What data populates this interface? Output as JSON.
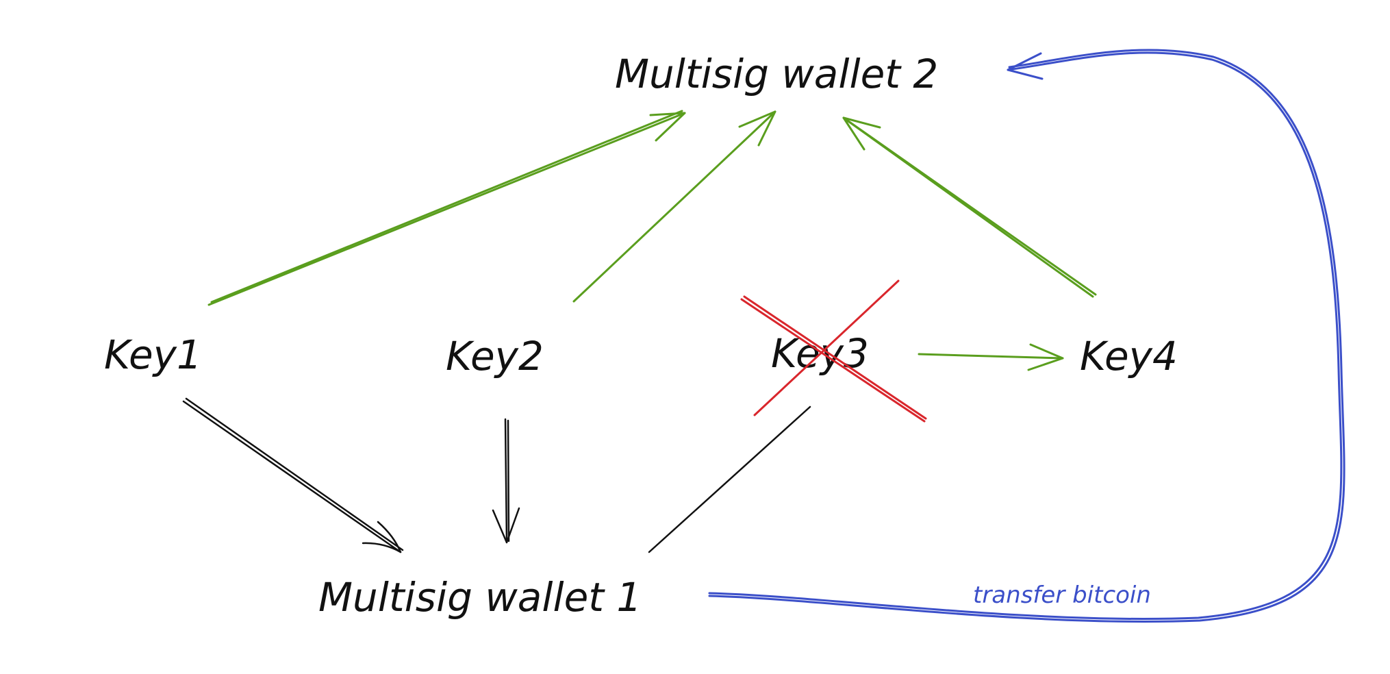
{
  "colors": {
    "ink": "#111111",
    "green": "#5a9e1e",
    "red": "#d9262c",
    "blue": "#3b4fc9"
  },
  "nodes": {
    "wallet2": {
      "label": "Multisig wallet 2"
    },
    "wallet1": {
      "label": "Multisig wallet 1"
    },
    "key1": {
      "label": "Key1"
    },
    "key2": {
      "label": "Key2"
    },
    "key3": {
      "label": "Key3",
      "status": "crossed-out"
    },
    "key4": {
      "label": "Key4"
    }
  },
  "edges": [
    {
      "from": "key1",
      "to": "wallet2",
      "color": "green"
    },
    {
      "from": "key2",
      "to": "wallet2",
      "color": "green"
    },
    {
      "from": "key4",
      "to": "wallet2",
      "color": "green"
    },
    {
      "from": "key3",
      "to": "key4",
      "color": "green"
    },
    {
      "from": "key1",
      "to": "wallet1",
      "color": "ink"
    },
    {
      "from": "key2",
      "to": "wallet1",
      "color": "ink"
    },
    {
      "from": "key3",
      "to": "wallet1",
      "color": "ink",
      "arrowhead": false
    },
    {
      "from": "wallet1",
      "to": "wallet2",
      "color": "blue"
    }
  ],
  "annotations": {
    "transfer": {
      "text": "transfer bitcoin"
    }
  }
}
